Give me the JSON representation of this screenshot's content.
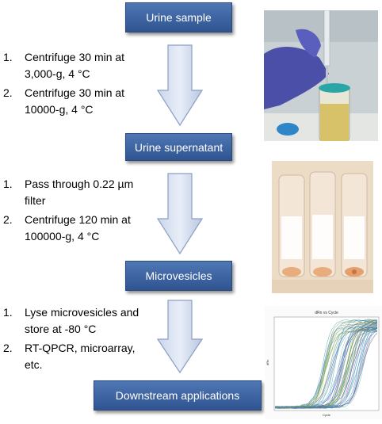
{
  "steps": {
    "box1": "Urine sample",
    "box2": "Urine supernatant",
    "box3": "Microvesicles",
    "box4": "Downstream applications"
  },
  "stage1": [
    {
      "num": "1.",
      "text": "Centrifuge 30 min at 3,000-g, 4 °C"
    },
    {
      "num": "2.",
      "text": "Centrifuge 30 min at 10000-g, 4 °C"
    }
  ],
  "stage2": [
    {
      "num": "1.",
      "text": "Pass through 0.22 µm filter"
    },
    {
      "num": "2.",
      "text": "Centrifuge 120 min at 100000-g, 4 °C"
    }
  ],
  "stage3": [
    {
      "num": "1.",
      "text": "Lyse microvesicles and store at -80 °C"
    },
    {
      "num": "2.",
      "text": "RT-QPCR, microarray, etc."
    }
  ],
  "photos": {
    "photo1": "urine sample tube with syringe",
    "photo2": "three tubes with pellets",
    "photo3": "amplification plot"
  },
  "plot": {
    "title": "dRn vs Cycle",
    "xlabel": "Cycle",
    "ylabel": "dRn"
  }
}
